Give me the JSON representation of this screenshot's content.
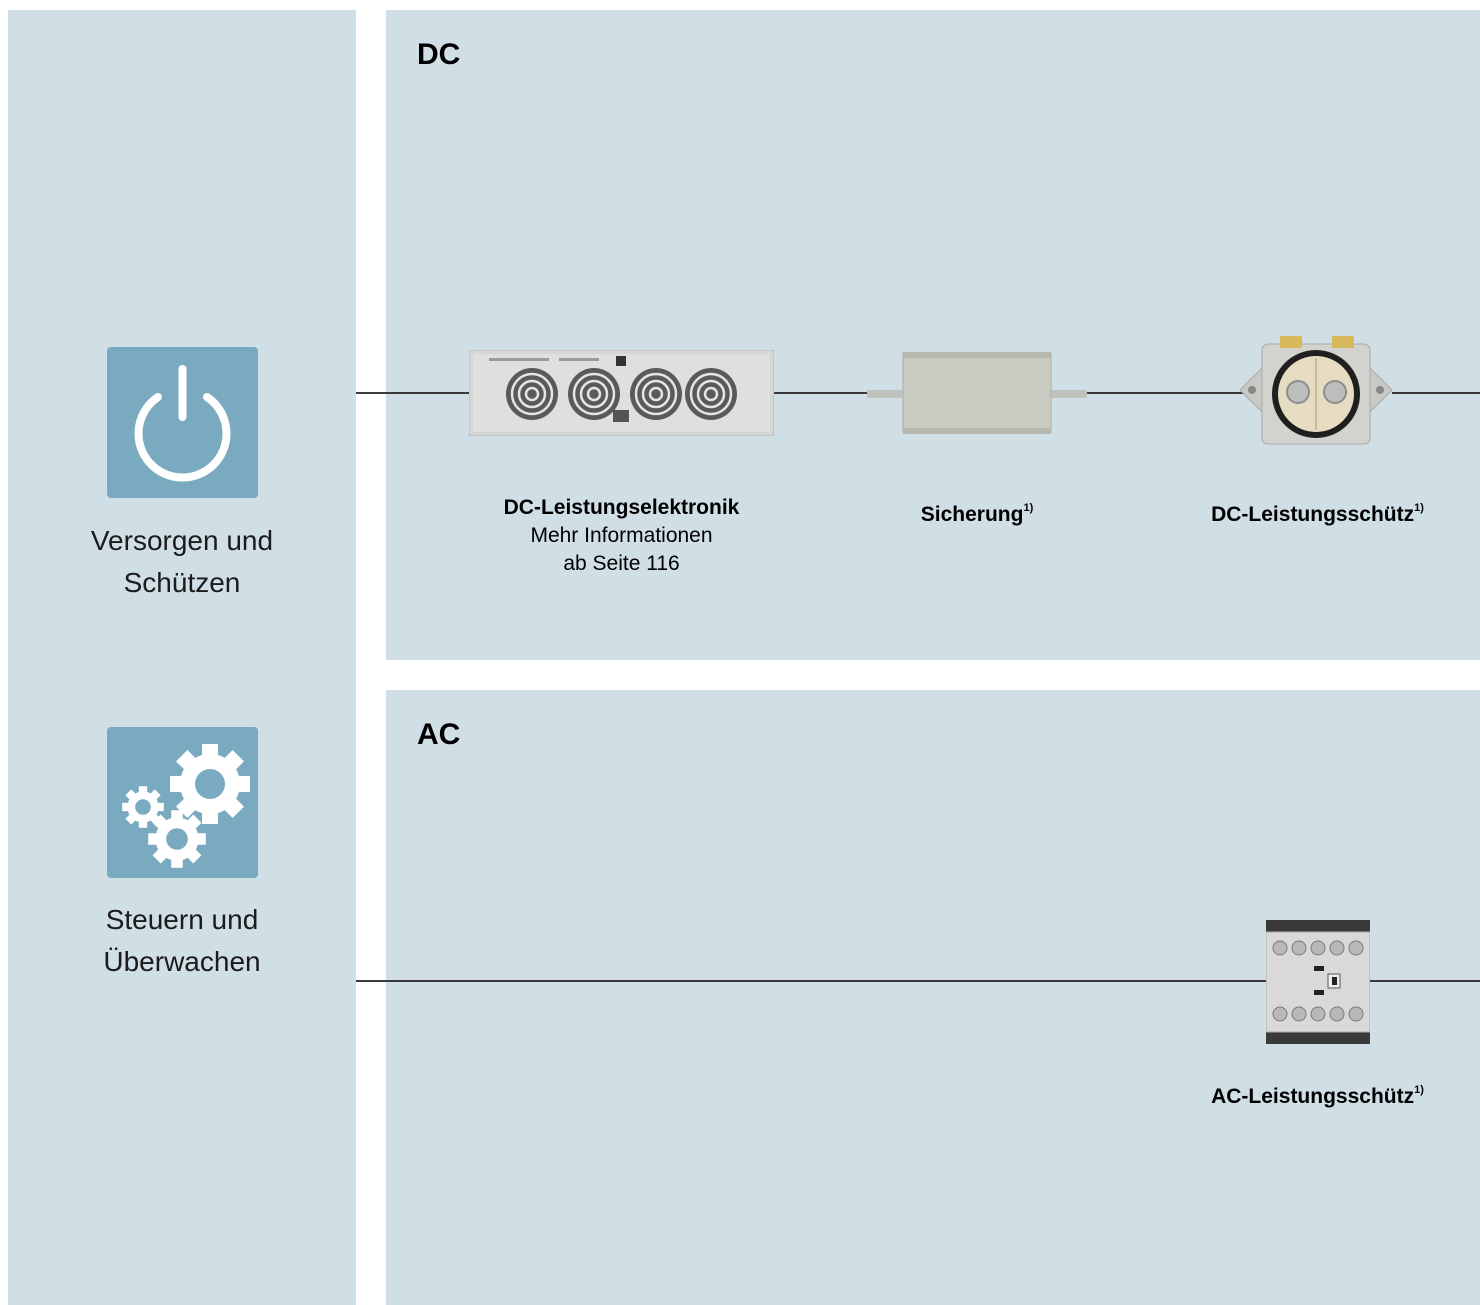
{
  "left": {
    "categories": [
      {
        "label_line1": "Versorgen und",
        "label_line2": "Schützen",
        "icon": "power-icon"
      },
      {
        "label_line1": "Steuern und",
        "label_line2": "Überwachen",
        "icon": "gears-icon"
      }
    ]
  },
  "dc": {
    "title": "DC",
    "devices": [
      {
        "name": "DC-Leistungselektronik",
        "sub1": "Mehr Informationen",
        "sub2": "ab Seite 116",
        "icon": "power-electronics-unit"
      },
      {
        "name": "Sicherung",
        "footnote": "1)",
        "icon": "fuse-box"
      },
      {
        "name": "DC-Leistungsschütz",
        "footnote": "1)",
        "icon": "dc-contactor"
      }
    ]
  },
  "ac": {
    "title": "AC",
    "devices": [
      {
        "name": "AC-Leistungsschütz",
        "footnote": "1)",
        "icon": "ac-contactor"
      }
    ]
  },
  "colors": {
    "panel": "#d0dee6",
    "icon_tile": "#7aaabf",
    "line": "#3a3a3a"
  }
}
